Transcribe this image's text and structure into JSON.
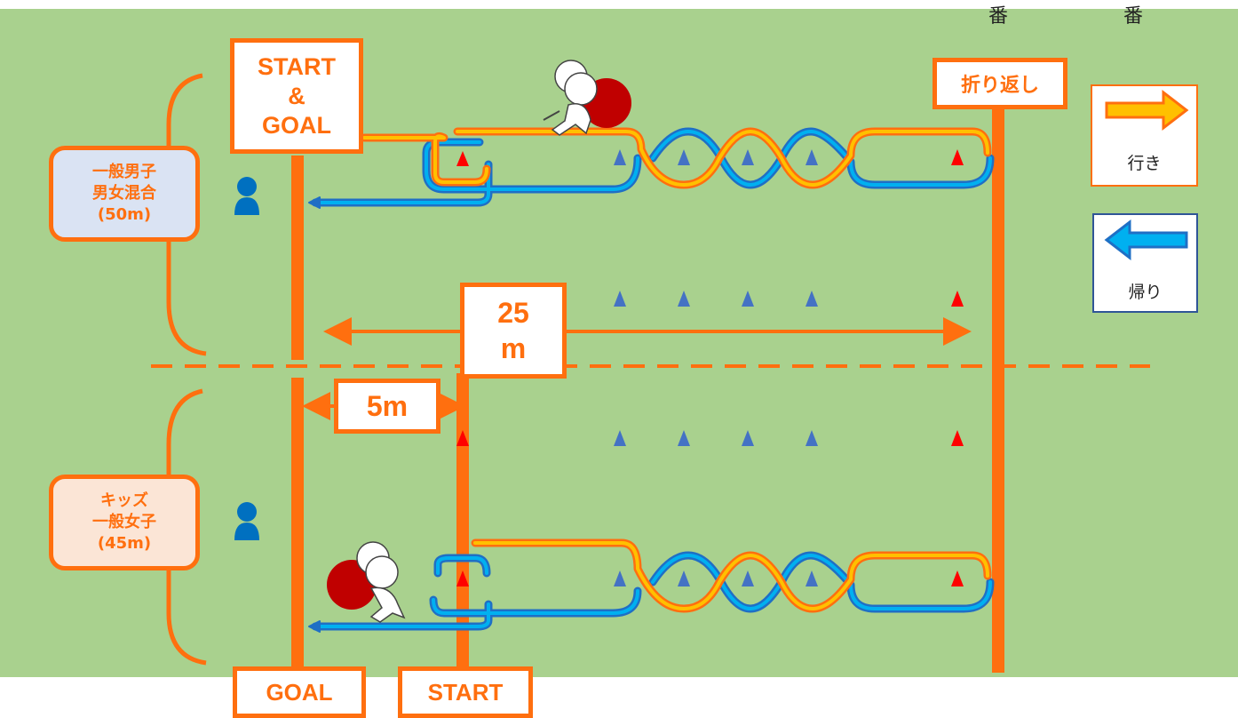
{
  "header": {
    "mark1": "番",
    "mark2": "番"
  },
  "labels": {
    "start_goal": "START\n&\nGOAL",
    "turnaround": "折り返し",
    "goal": "GOAL",
    "start": "START",
    "distance_25": "25\nm",
    "distance_5": "5m"
  },
  "zones": {
    "adult": "一般男子\n男女混合\n(50m)",
    "kids": "キッズ\n一般女子\n(45m)"
  },
  "legend": {
    "outbound": "行き",
    "return": "帰り"
  },
  "colors": {
    "field": "#a9d18e",
    "line": "#ff6f0f",
    "outbound_fill": "#ffc000",
    "return_fill": "#00b0f0",
    "cone_blue": "#4472c4",
    "cone_red": "#ff0000",
    "ball": "#c00000",
    "person": "#0070c0"
  }
}
